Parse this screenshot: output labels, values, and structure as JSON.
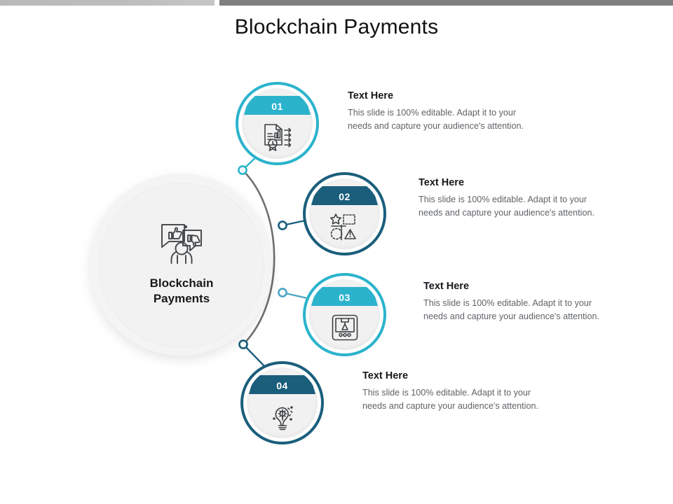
{
  "slide": {
    "title": "Blockchain Payments",
    "top_bar": {
      "left_color": "#bdbdbd",
      "right_color": "#7f7f7f"
    }
  },
  "hub": {
    "label_line1": "Blockchain",
    "label_line2": "Payments",
    "icon": "feedback-speech-bubbles-icon",
    "bg_color": "#f2f2f2"
  },
  "steps": [
    {
      "number": "01",
      "icon": "document-report-arrows-icon",
      "ring_color": "#2bb3cc",
      "banner_color": "#2bb3cc",
      "heading": "Text Here",
      "body": "This slide is 100% editable. Adapt it to your needs and capture your audience's attention."
    },
    {
      "number": "02",
      "icon": "shapes-puzzle-icon",
      "ring_color": "#1a5e7c",
      "banner_color": "#1a5e7c",
      "heading": "Text Here",
      "body": "This slide is 100% editable. Adapt it to your needs and capture your audience's attention."
    },
    {
      "number": "03",
      "icon": "3d-printer-icon",
      "ring_color": "#2bb3cc",
      "banner_color": "#2bb3cc",
      "heading": "Text Here",
      "body": "This slide is 100% editable. Adapt it to your needs and capture your audience's attention."
    },
    {
      "number": "04",
      "icon": "lightbulb-gear-innovation-icon",
      "ring_color": "#1a5e7c",
      "banner_color": "#1a5e7c",
      "heading": "Text Here",
      "body": "This slide is 100% editable. Adapt it to your needs and capture your audience's attention."
    }
  ],
  "connectors": {
    "arc_color": "#6e7073",
    "nodes": [
      {
        "color": "#2bb3cc"
      },
      {
        "color": "#1a5e7c"
      },
      {
        "color": "#4aa7c4"
      },
      {
        "color": "#1a5e7c"
      }
    ]
  }
}
